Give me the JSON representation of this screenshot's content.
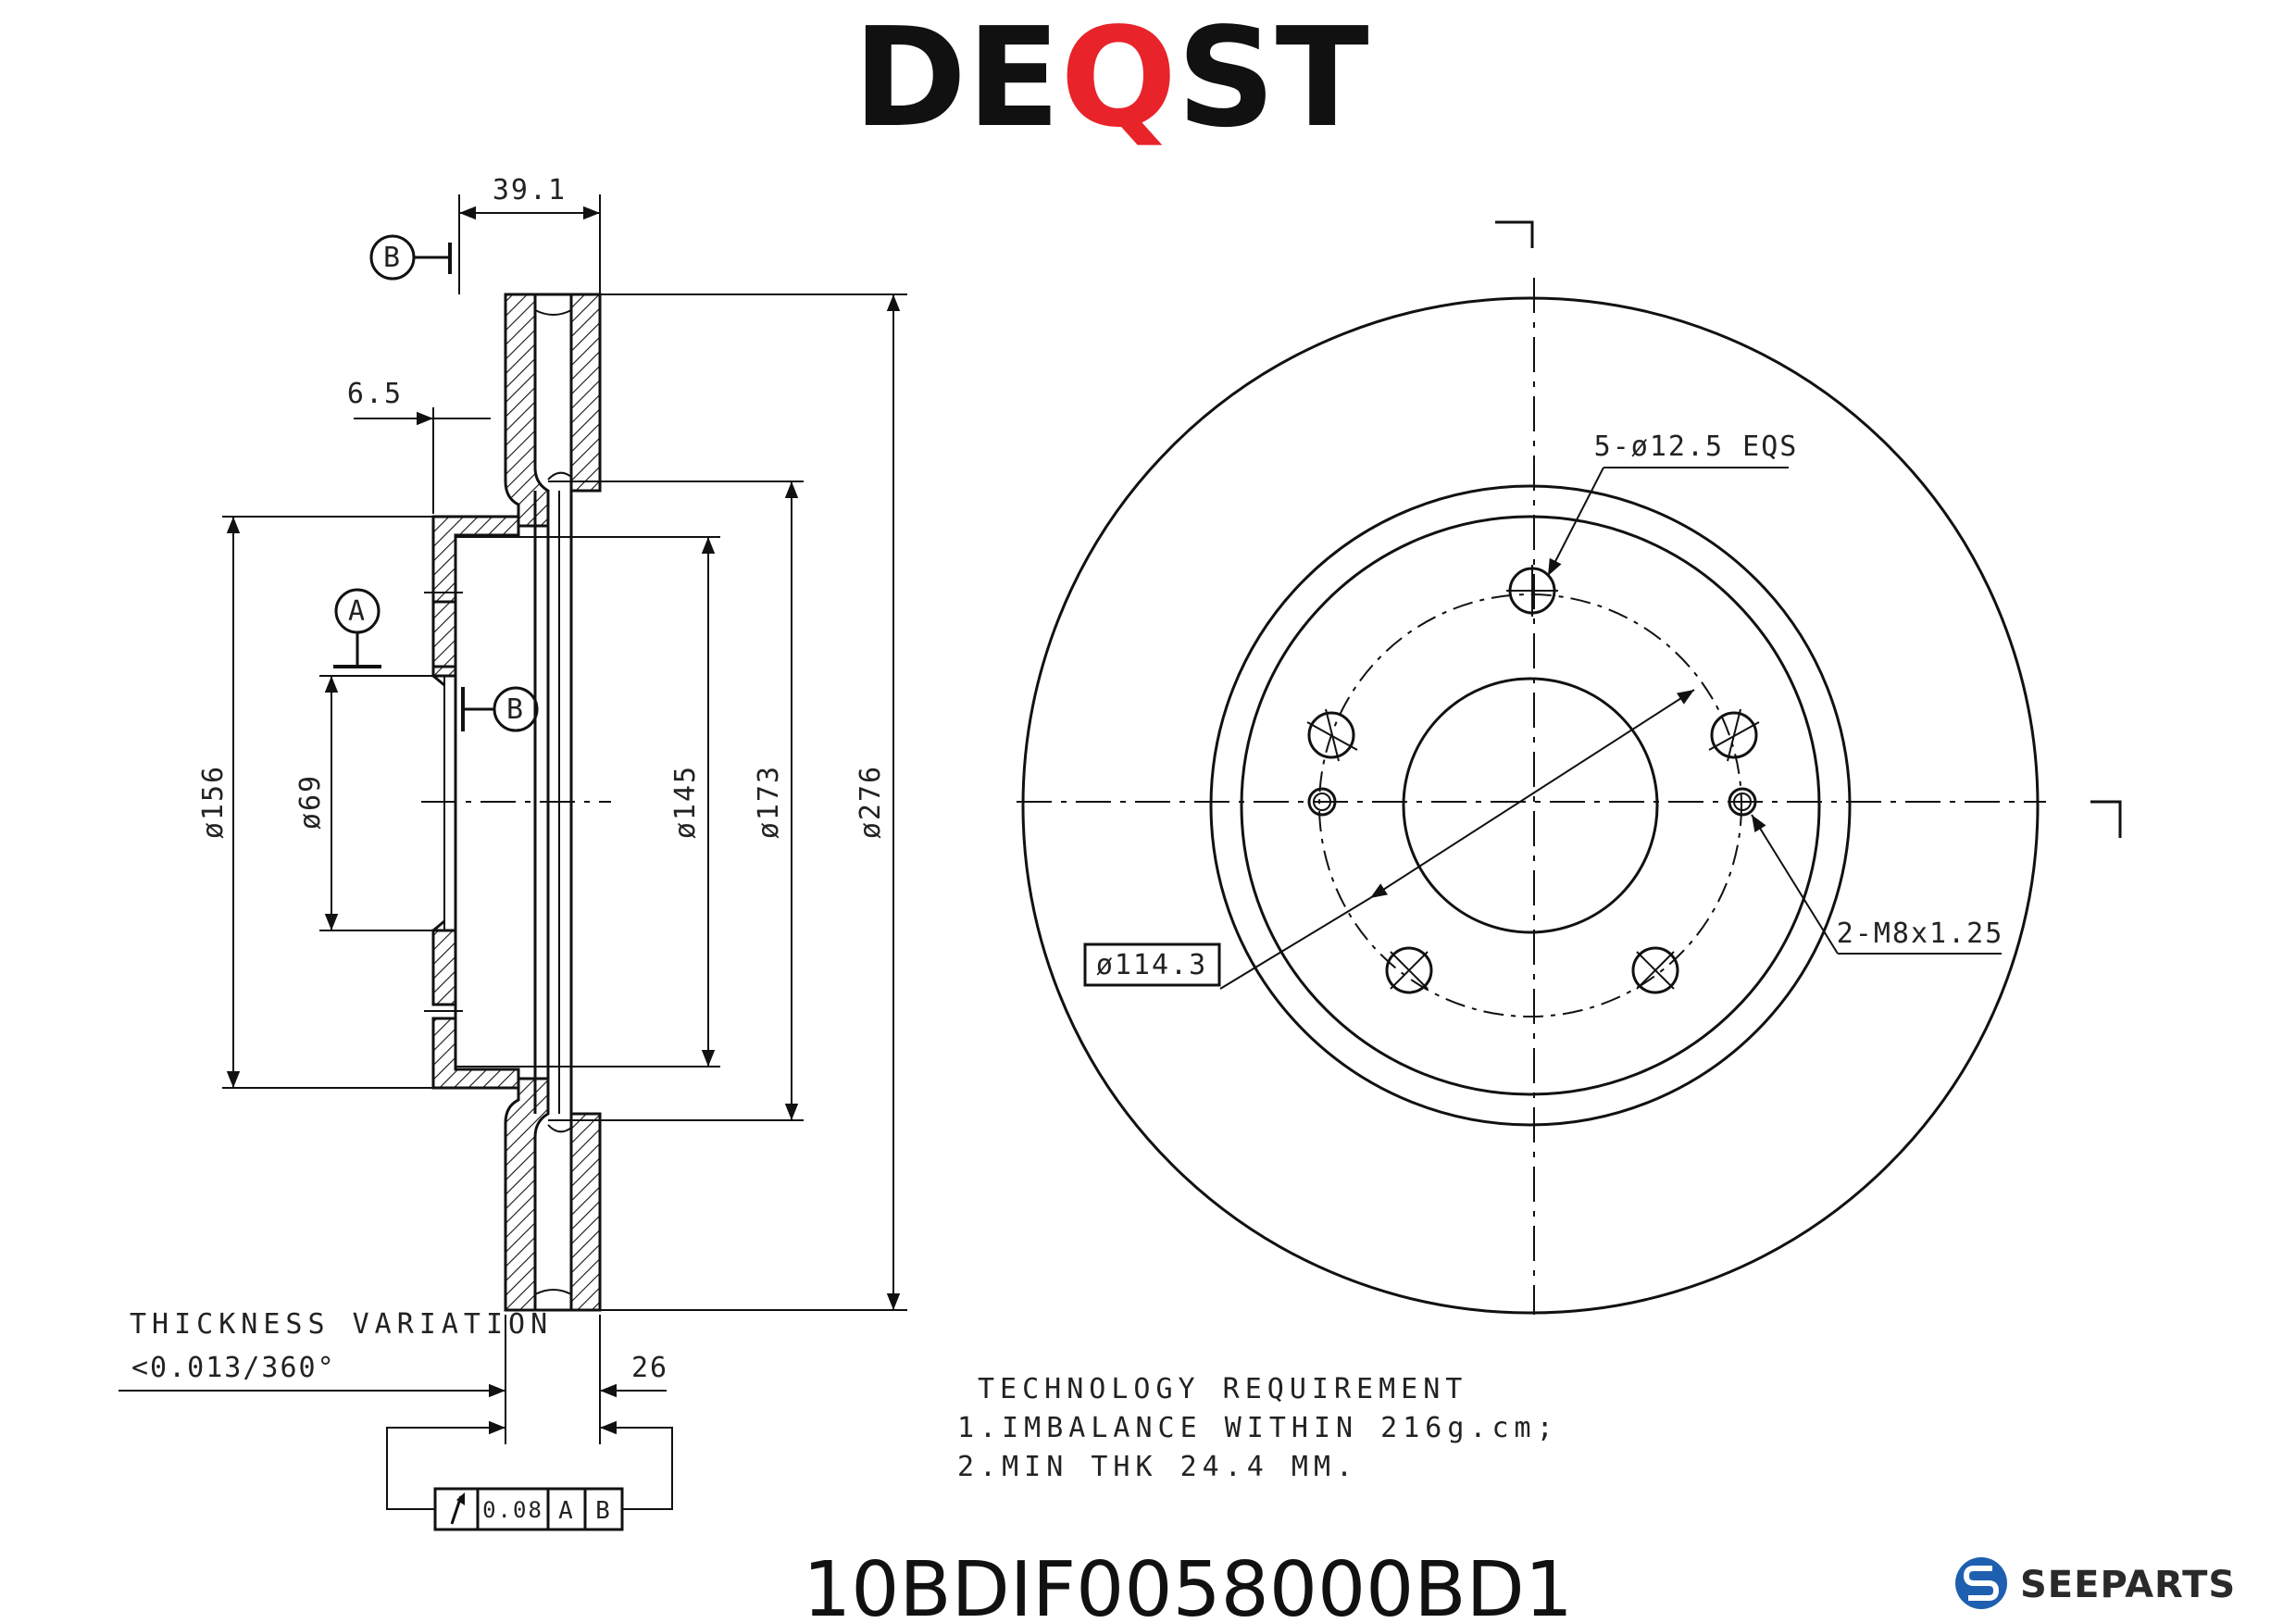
{
  "brand": {
    "letters": [
      "DE",
      "Q",
      "ST"
    ],
    "accent_color": "#e8232a",
    "text_color": "#111111"
  },
  "part_number": "10BDIF0058000BD1",
  "seeparts": {
    "label": "SEEPARTS",
    "icon": "seeparts-logo-icon",
    "icon_color": "#1f5fb0"
  },
  "datums": {
    "a": "A",
    "b": "B"
  },
  "side_view_dimensions": {
    "overall_height": "39.1",
    "hat_offset": "6.5",
    "d_156": "ø156",
    "d_69": "ø69",
    "d_145": "ø145",
    "d_173": "ø173",
    "d_276": "ø276",
    "thickness": "26"
  },
  "thickness_variation": {
    "title": "THICKNESS VARIATION",
    "value": "<0.013/360°"
  },
  "runout_frame": {
    "symbol": "runout-arrow-icon",
    "tolerance": "0.08",
    "datum_1": "A",
    "datum_2": "B"
  },
  "front_view_callouts": {
    "bolt_holes": "5-ø12.5 EQS",
    "pcd": "ø114.3",
    "threaded_holes": "2-M8x1.25"
  },
  "technology_requirement": {
    "title": "TECHNOLOGY REQUIREMENT",
    "line1": "1.IMBALANCE WITHIN 216g.cm;",
    "line2": "2.MIN THK 24.4 MM."
  }
}
